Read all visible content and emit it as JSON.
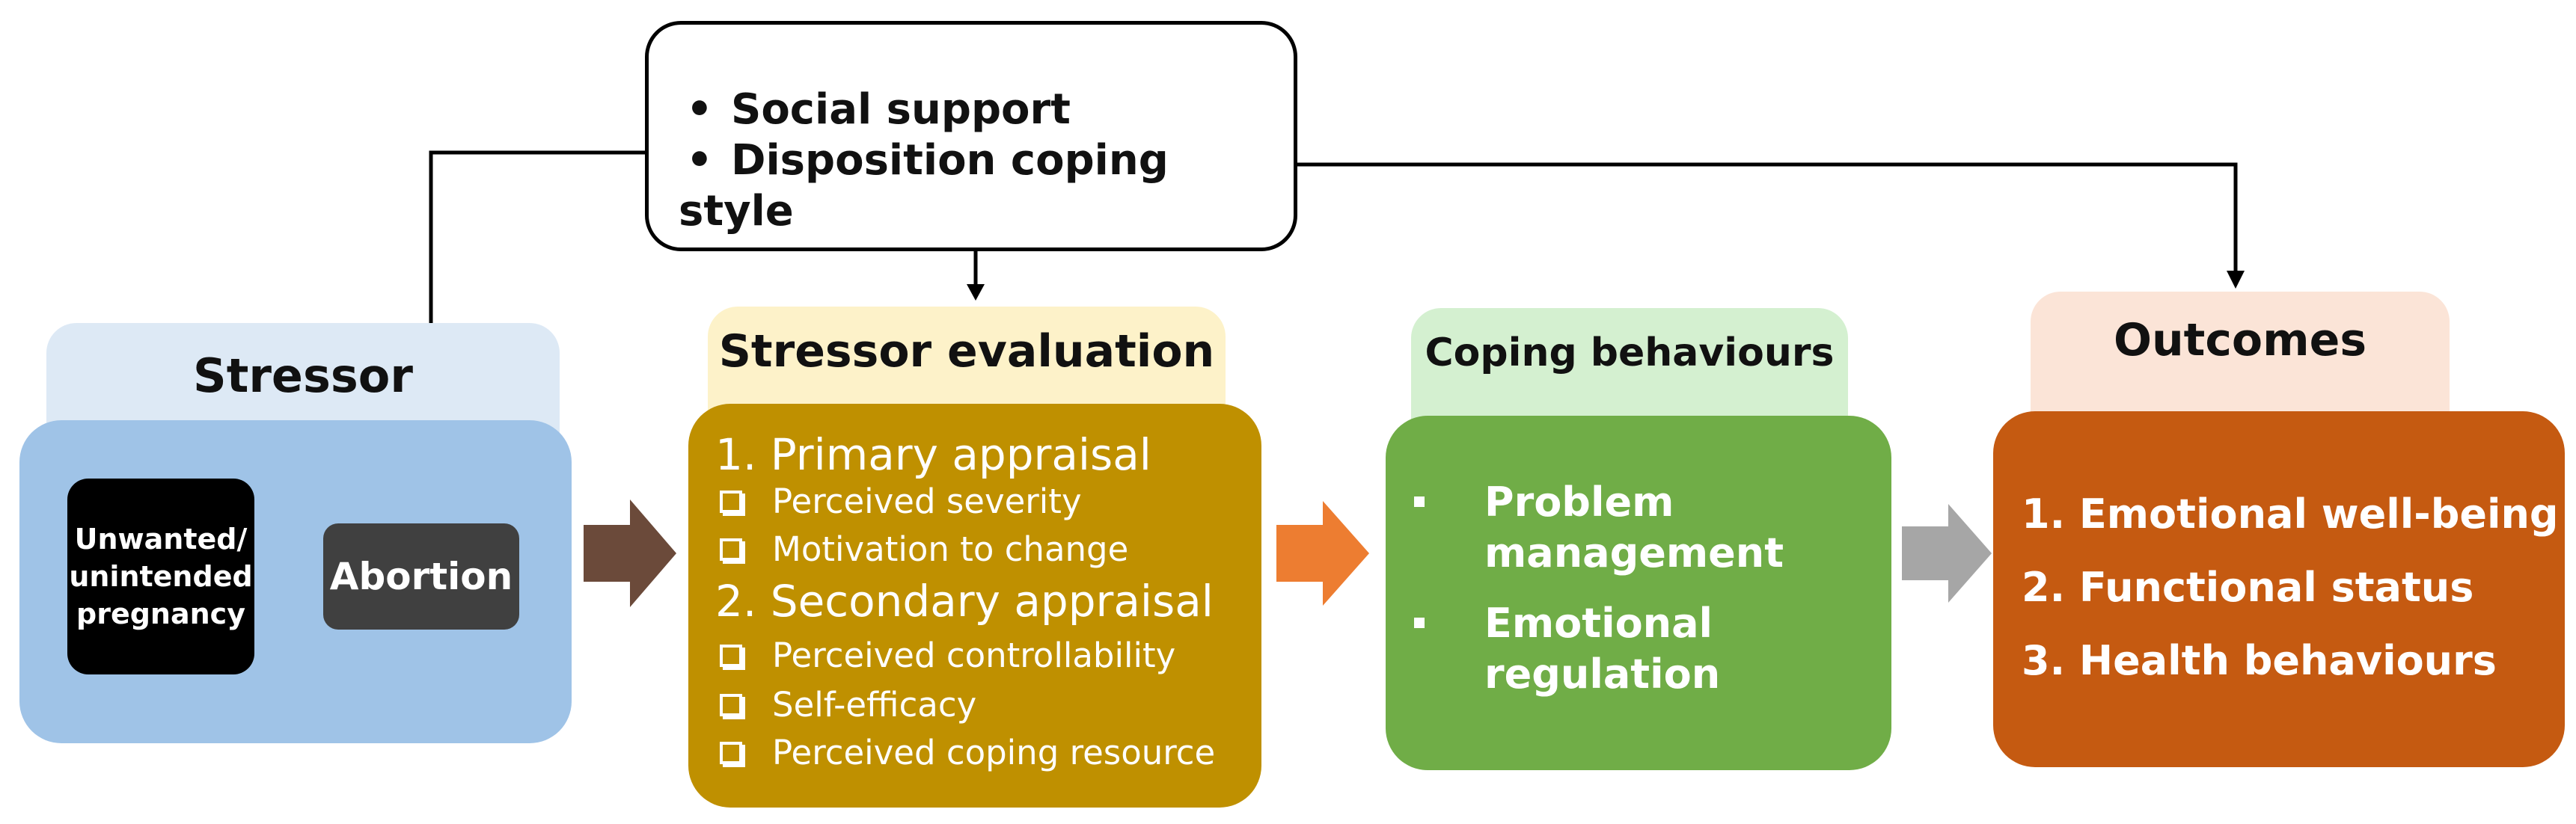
{
  "moderators": {
    "items": [
      "Social support",
      "Disposition coping style"
    ]
  },
  "stressor": {
    "title": "Stressor",
    "pregnancy": [
      "Unwanted/",
      "unintended",
      "pregnancy"
    ],
    "abortion": "Abortion"
  },
  "evaluation": {
    "title": "Stressor evaluation",
    "primary": {
      "heading": "1. Primary appraisal",
      "items": [
        "Perceived severity",
        "Motivation to change"
      ]
    },
    "secondary": {
      "heading": "2. Secondary appraisal",
      "items": [
        "Perceived controllability",
        "Self-efficacy",
        "Perceived coping resource"
      ]
    }
  },
  "coping": {
    "title": "Coping behaviours",
    "items": [
      [
        "Problem",
        "management"
      ],
      [
        "Emotional",
        "regulation"
      ]
    ]
  },
  "outcomes": {
    "title": "Outcomes",
    "items": [
      "1. Emotional well-being",
      "2. Functional status",
      "3. Health behaviours"
    ]
  },
  "colors": {
    "stressor": "#9fc3e7",
    "evaluation": "#bf9000",
    "coping": "#70ad47",
    "outcomes": "#c55a11",
    "arrow1": "#6b4a3a",
    "arrow2": "#ed7d31",
    "arrow3": "#a6a6a6"
  }
}
